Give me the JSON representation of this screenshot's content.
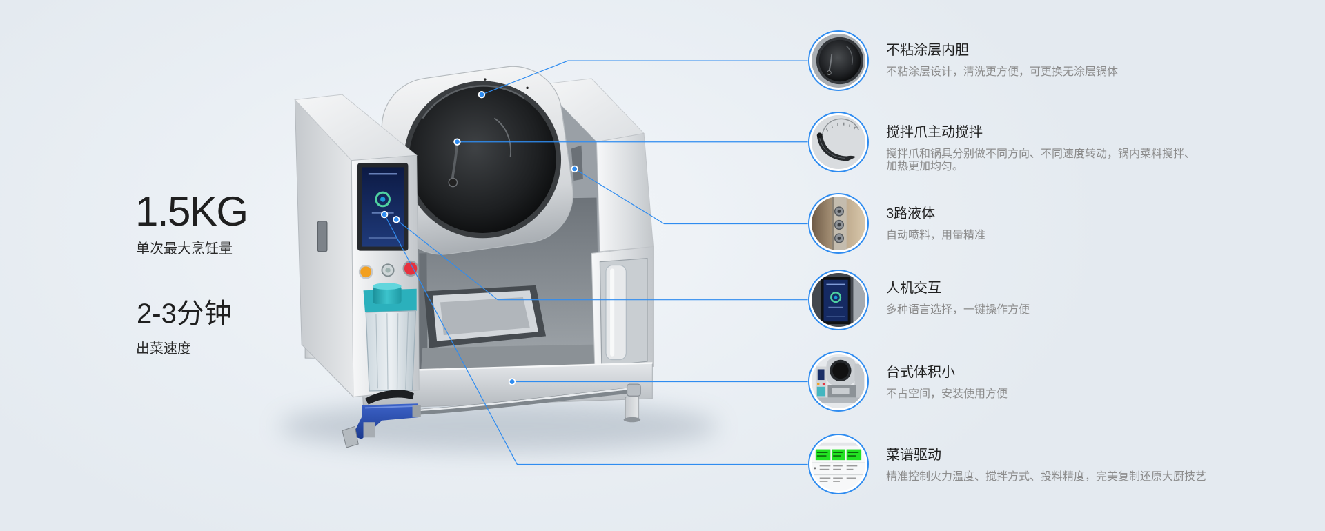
{
  "stats": [
    {
      "value": "1.5KG",
      "label": "单次最大烹饪量"
    },
    {
      "value": "2-3分钟",
      "label": "出菜速度"
    }
  ],
  "features": [
    {
      "title": "不粘涂层内胆",
      "desc": [
        "不粘涂层设计，清洗更方便，可更换无涂层锅体"
      ],
      "thumbnail_icon": "nonstick-pot-icon"
    },
    {
      "title": "搅拌爪主动搅拌",
      "desc": [
        "搅拌爪和锅具分别做不同方向、不同速度转动，锅内菜料搅拌、",
        "加热更加均匀。"
      ],
      "thumbnail_icon": "stirring-claw-icon"
    },
    {
      "title": "3路液体",
      "desc": [
        "自动喷料，用量精准"
      ],
      "thumbnail_icon": "liquid-nozzles-icon"
    },
    {
      "title": "人机交互",
      "desc": [
        "多种语言选择，一键操作方便"
      ],
      "thumbnail_icon": "touch-screen-icon"
    },
    {
      "title": "台式体积小",
      "desc": [
        "不占空间，安装使用方便"
      ],
      "thumbnail_icon": "compact-machine-icon"
    },
    {
      "title": "菜谱驱动",
      "desc": [
        "精准控制火力温度、搅拌方式、投料精度，完美复制还原大厨技艺"
      ],
      "thumbnail_icon": "recipe-screen-icon"
    }
  ],
  "colors": {
    "accent": "#2f8cf0",
    "heading_text": "#1f1f1f",
    "body_text": "#8c8c8c",
    "background": "#eaeff4"
  }
}
